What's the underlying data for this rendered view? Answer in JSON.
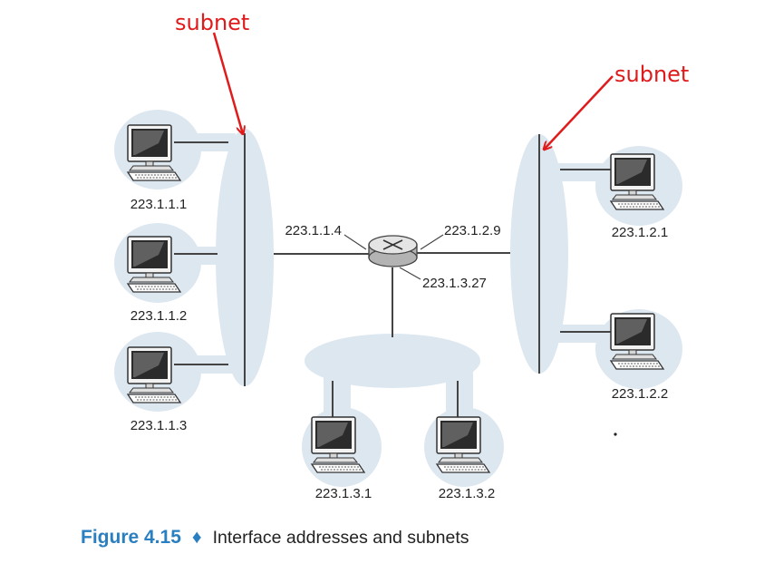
{
  "colors": {
    "annotation": "#e01b1b",
    "caption_label": "#2a7fc0",
    "subnet_fill": "#dde7f0",
    "wire": "#444444"
  },
  "annotations": {
    "subnet_left": "subnet",
    "subnet_right": "subnet"
  },
  "hosts": {
    "h1": "223.1.1.1",
    "h2": "223.1.1.2",
    "h3": "223.1.1.3",
    "h4": "223.1.2.1",
    "h5": "223.1.2.2",
    "h6": "223.1.3.1",
    "h7": "223.1.3.2"
  },
  "router": {
    "icon": "router-icon",
    "if_left": "223.1.1.4",
    "if_right": "223.1.2.9",
    "if_bottom": "223.1.3.27"
  },
  "caption": {
    "label": "Figure 4.15",
    "separator": "♦",
    "text": "Interface addresses and subnets"
  }
}
